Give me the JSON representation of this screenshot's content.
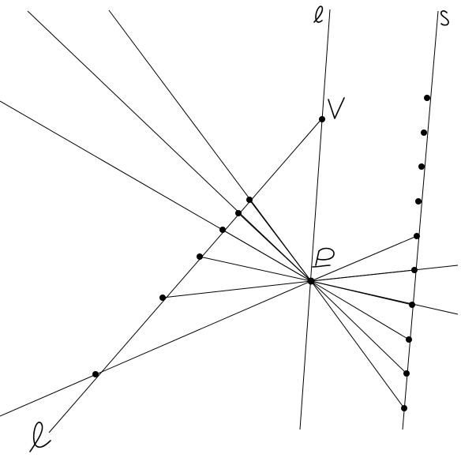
{
  "labels": {
    "line_l_top": "l",
    "line_s_top": "s",
    "point_V": "V",
    "point_P": "P",
    "line_l_bottom": "l"
  }
}
